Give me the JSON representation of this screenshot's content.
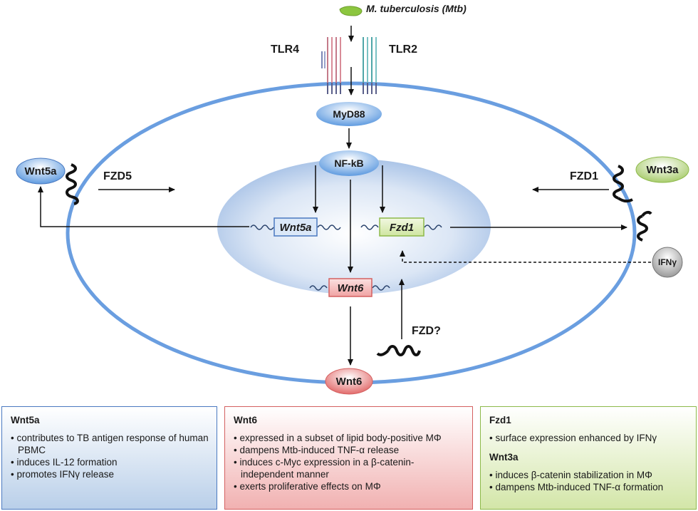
{
  "pathogen": "M. tuberculosis (Mtb)",
  "receptors": {
    "tlr4": "TLR4",
    "tlr2": "TLR2"
  },
  "adaptors": {
    "myd88": "MyD88",
    "nfkb": "NF-kB"
  },
  "frizzled": {
    "fzd5": "FZD5",
    "fzd1": "FZD1",
    "fzd_unknown": "FZD?"
  },
  "ligands": {
    "wnt5a": "Wnt5a",
    "wnt3a": "Wnt3a",
    "wnt6": "Wnt6",
    "ifng": "IFNγ"
  },
  "genes": {
    "wnt5a": "Wnt5a",
    "fzd1": "Fzd1",
    "wnt6": "Wnt6"
  },
  "colors": {
    "membrane": "#5b92d6",
    "nucleus": "#a9c3e6",
    "wnt5a": "#4a79c0",
    "wnt6": "#d46060",
    "wnt3a": "#8db94a"
  },
  "panels": {
    "wnt5a": {
      "title": "Wnt5a",
      "items": [
        "contributes to TB antigen response of human PBMC",
        "induces IL-12 formation",
        "promotes IFNγ release"
      ]
    },
    "wnt6": {
      "title": "Wnt6",
      "items": [
        "expressed in a subset of lipid body-positive MΦ",
        "dampens Mtb-induced TNF-α release",
        "induces c-Myc expression in a β-catenin-independent manner",
        "exerts proliferative effects on MΦ"
      ]
    },
    "fzd1": {
      "title": "Fzd1",
      "items": [
        "surface expression enhanced by IFNγ"
      ]
    },
    "wnt3a": {
      "title": "Wnt3a",
      "items": [
        "induces β-catenin stabilization in MΦ",
        "dampens Mtb-induced TNF-α formation"
      ]
    }
  }
}
